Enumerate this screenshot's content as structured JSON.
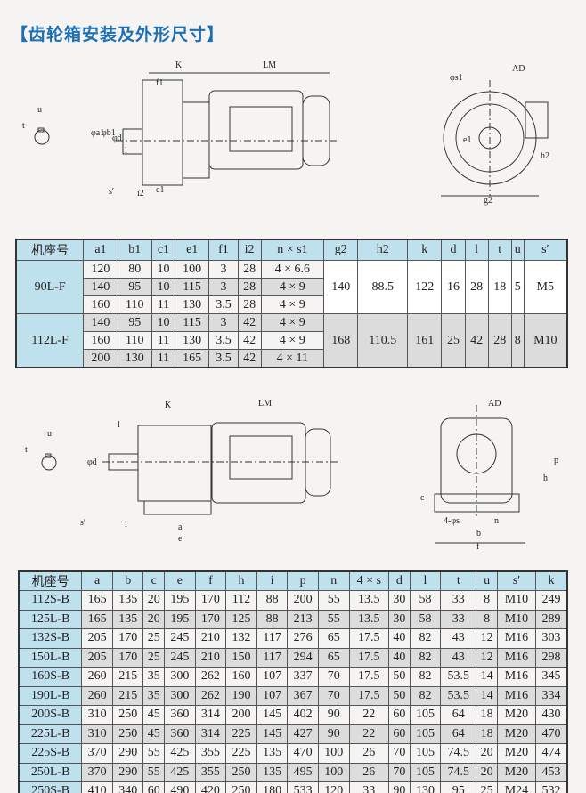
{
  "title": "【齿轮箱安装及外形尺寸】",
  "drawing1": {
    "labels": [
      "K",
      "LM",
      "f1",
      "φa1",
      "φb1",
      "φd",
      "l",
      "s′",
      "i2",
      "c1",
      "u",
      "t"
    ],
    "end_labels": [
      "AD",
      "φs1",
      "e1",
      "h2",
      "g2"
    ]
  },
  "drawing2": {
    "labels": [
      "K",
      "LM",
      "φd",
      "l",
      "s′",
      "i",
      "a",
      "e",
      "u",
      "t"
    ],
    "end_labels": [
      "AD",
      "p",
      "h",
      "c",
      "n",
      "f",
      "b",
      "4-φs"
    ]
  },
  "table1": {
    "headers": [
      "机座号",
      "a1",
      "b1",
      "c1",
      "e1",
      "f1",
      "i2",
      "n × s1",
      "g2",
      "h2",
      "k",
      "d",
      "l",
      "t",
      "u",
      "s′"
    ],
    "groups": [
      {
        "model": "90L-F",
        "rows": [
          [
            "120",
            "80",
            "10",
            "100",
            "3",
            "28",
            "4 × 6.6"
          ],
          [
            "140",
            "95",
            "10",
            "115",
            "3",
            "28",
            "4 × 9"
          ],
          [
            "160",
            "110",
            "11",
            "130",
            "3.5",
            "28",
            "4 × 9"
          ]
        ],
        "shared": [
          "140",
          "88.5",
          "122",
          "16",
          "28",
          "18",
          "5",
          "M5"
        ]
      },
      {
        "model": "112L-F",
        "rows": [
          [
            "140",
            "95",
            "10",
            "115",
            "3",
            "42",
            "4 × 9"
          ],
          [
            "160",
            "110",
            "11",
            "130",
            "3.5",
            "42",
            "4 × 9"
          ],
          [
            "200",
            "130",
            "11",
            "165",
            "3.5",
            "42",
            "4 × 11"
          ]
        ],
        "shared": [
          "168",
          "110.5",
          "161",
          "25",
          "42",
          "28",
          "8",
          "M10"
        ]
      }
    ]
  },
  "table2": {
    "headers": [
      "机座号",
      "a",
      "b",
      "c",
      "e",
      "f",
      "h",
      "i",
      "p",
      "n",
      "4 × s",
      "d",
      "l",
      "t",
      "u",
      "s′",
      "k"
    ],
    "rows": [
      [
        "112S-B",
        "165",
        "135",
        "20",
        "195",
        "170",
        "112",
        "88",
        "200",
        "55",
        "13.5",
        "30",
        "58",
        "33",
        "8",
        "M10",
        "249"
      ],
      [
        "125L-B",
        "165",
        "135",
        "20",
        "195",
        "170",
        "125",
        "88",
        "213",
        "55",
        "13.5",
        "30",
        "58",
        "33",
        "8",
        "M10",
        "289"
      ],
      [
        "132S-B",
        "205",
        "170",
        "25",
        "245",
        "210",
        "132",
        "117",
        "276",
        "65",
        "17.5",
        "40",
        "82",
        "43",
        "12",
        "M16",
        "303"
      ],
      [
        "150L-B",
        "205",
        "170",
        "25",
        "245",
        "210",
        "150",
        "117",
        "294",
        "65",
        "17.5",
        "40",
        "82",
        "43",
        "12",
        "M16",
        "298"
      ],
      [
        "160S-B",
        "260",
        "215",
        "35",
        "300",
        "262",
        "160",
        "107",
        "337",
        "70",
        "17.5",
        "50",
        "82",
        "53.5",
        "14",
        "M16",
        "345"
      ],
      [
        "190L-B",
        "260",
        "215",
        "35",
        "300",
        "262",
        "190",
        "107",
        "367",
        "70",
        "17.5",
        "50",
        "82",
        "53.5",
        "14",
        "M16",
        "334"
      ],
      [
        "200S-B",
        "310",
        "250",
        "45",
        "360",
        "314",
        "200",
        "145",
        "402",
        "90",
        "22",
        "60",
        "105",
        "64",
        "18",
        "M20",
        "430"
      ],
      [
        "225L-B",
        "310",
        "250",
        "45",
        "360",
        "314",
        "225",
        "145",
        "427",
        "90",
        "22",
        "60",
        "105",
        "64",
        "18",
        "M20",
        "470"
      ],
      [
        "225S-B",
        "370",
        "290",
        "55",
        "425",
        "355",
        "225",
        "135",
        "470",
        "100",
        "26",
        "70",
        "105",
        "74.5",
        "20",
        "M20",
        "474"
      ],
      [
        "250L-B",
        "370",
        "290",
        "55",
        "425",
        "355",
        "250",
        "135",
        "495",
        "100",
        "26",
        "70",
        "105",
        "74.5",
        "20",
        "M20",
        "453"
      ],
      [
        "250S-B",
        "410",
        "340",
        "60",
        "490",
        "420",
        "250",
        "180",
        "533",
        "120",
        "33",
        "90",
        "130",
        "95",
        "25",
        "M24",
        "532"
      ]
    ]
  }
}
